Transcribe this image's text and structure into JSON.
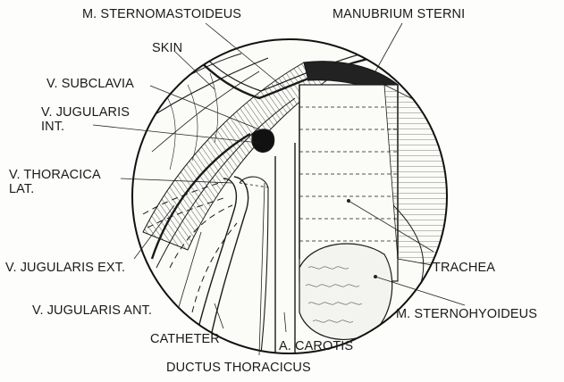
{
  "labels": {
    "m_sternomastoideus": "M. STERNOMASTOIDEUS",
    "manubrium_sterni": "MANUBRIUM STERNI",
    "skin": "SKIN",
    "v_subclavia": "V. SUBCLAVIA",
    "v_jugularis_int": "V. JUGULARIS\nINT.",
    "v_thoracica_lat": "V. THORACICA\nLAT.",
    "v_jugularis_ext": "V. JUGULARIS EXT.",
    "v_jugularis_ant": "V. JUGULARIS ANT.",
    "catheter": "CATHETER",
    "ductus_thoracicus": "DUCTUS THORACICUS",
    "a_carotis": "A. CAROTIS",
    "trachea": "TRACHEA",
    "m_sternohyoideus": "M. STERNOHYOIDEUS"
  }
}
